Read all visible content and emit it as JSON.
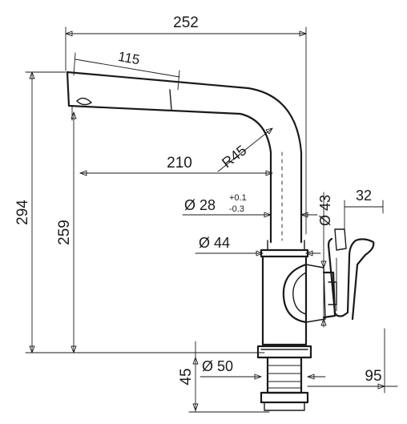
{
  "dimensions": {
    "overall_width": "252",
    "spout_pullout": "115",
    "spout_reach": "210",
    "bend_radius": "R45",
    "spout_diameter": "Ø 28",
    "spout_tol_plus": "+0.1",
    "spout_tol_minus": "-0.3",
    "handle_diameter": "Ø 43",
    "handle_width": "32",
    "body_diameter": "Ø 44",
    "base_diameter": "Ø 50",
    "overall_height": "294",
    "spout_height": "259",
    "shank_height": "45",
    "base_to_handle": "95"
  }
}
